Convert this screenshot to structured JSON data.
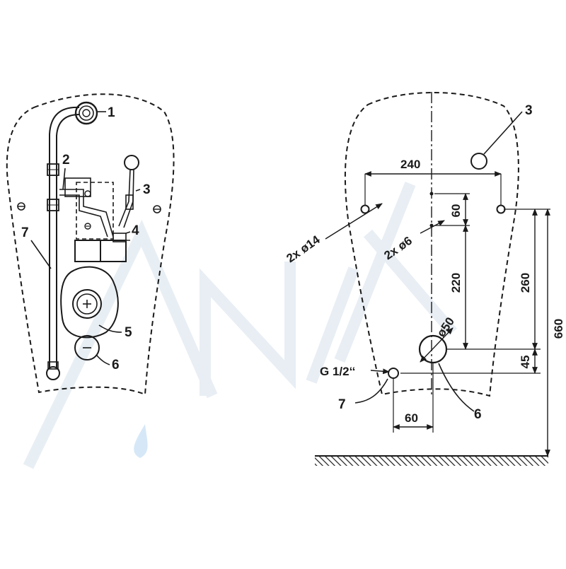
{
  "colors": {
    "line": "#1a1a1a",
    "watermark": "#e6edf3",
    "water_drop": "#d2e6f7"
  },
  "left_view": {
    "callouts": {
      "c1": "1",
      "c2": "2",
      "c3": "3",
      "c4": "4",
      "c5": "5",
      "c6": "6",
      "c7": "7"
    }
  },
  "right_view": {
    "callouts": {
      "c3": "3",
      "c6": "6",
      "c7": "7"
    },
    "dimensions": {
      "width_240": "240",
      "height_60_top": "60",
      "height_220": "220",
      "height_260": "260",
      "height_660": "660",
      "height_45": "45",
      "width_60_bottom": "60",
      "holes_14": "2x ø14",
      "holes_6": "2x ø6",
      "outlet_50": "ø50",
      "thread": "G 1/2‘‘"
    }
  }
}
